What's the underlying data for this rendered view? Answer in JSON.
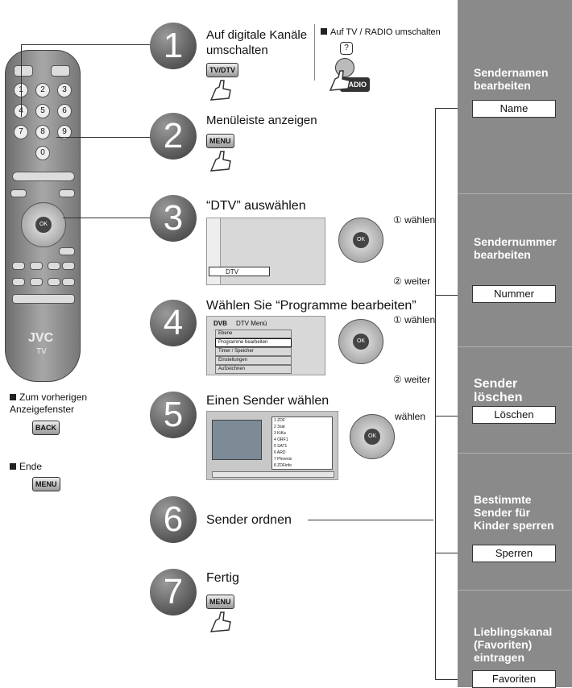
{
  "steps": [
    {
      "num": "1",
      "text": "Auf digitale Kanäle\numschalten",
      "key": "TV/DTV"
    },
    {
      "num": "2",
      "text": "Menüleiste anzeigen",
      "key": "MENU"
    },
    {
      "num": "3",
      "text": "“DTV” auswählen"
    },
    {
      "num": "4",
      "text": "Wählen Sie “Programme bearbeiten”"
    },
    {
      "num": "5",
      "text": "Einen Sender wählen"
    },
    {
      "num": "6",
      "text": "Sender ordnen"
    },
    {
      "num": "7",
      "text": "Fertig",
      "key": "MENU"
    }
  ],
  "radio_note": {
    "text": "Auf TV / RADIO umschalten",
    "key": "RADIO",
    "help": "?"
  },
  "dpad_labels": {
    "select": "① wählen",
    "next": "② weiter",
    "choose": "wählen",
    "ok": "OK"
  },
  "screen3": {
    "row": "DTV"
  },
  "screen4": {
    "title": "DTV Menü",
    "logo": "DVB",
    "items": [
      "Ebene",
      "Programme bearbeiten",
      "Timer / Speicher",
      "Einstellungen",
      "Aufzeichnen"
    ]
  },
  "screen5": {
    "rows": [
      "1  ZDF",
      "2  3sat",
      "3  KiKa",
      "4  ORF1",
      "5  SAT1",
      "6  ARD",
      "7  Phoenix",
      "8  ZDFinfo"
    ]
  },
  "sidebar": [
    {
      "title": "Sendernamen\nbearbeiten",
      "box": "Name"
    },
    {
      "title": "Sendernummer\nbearbeiten",
      "box": "Nummer"
    },
    {
      "title": "Sender\nlöschen",
      "box": "Löschen"
    },
    {
      "title": "Bestimmte\nSender für\nKinder sperren",
      "box": "Sperren"
    },
    {
      "title": "Lieblingskanal\n(Favoriten)\neintragen",
      "box": "Favoriten"
    }
  ],
  "legend": {
    "back_text": "Zum vorherigen\nAnzeigefenster",
    "back_key": "BACK",
    "end_text": "Ende",
    "end_key": "MENU"
  },
  "remote": {
    "brand": "JVC",
    "sub": "TV",
    "digits": [
      "1",
      "2",
      "3",
      "4",
      "5",
      "6",
      "7",
      "8",
      "9",
      "0"
    ]
  }
}
